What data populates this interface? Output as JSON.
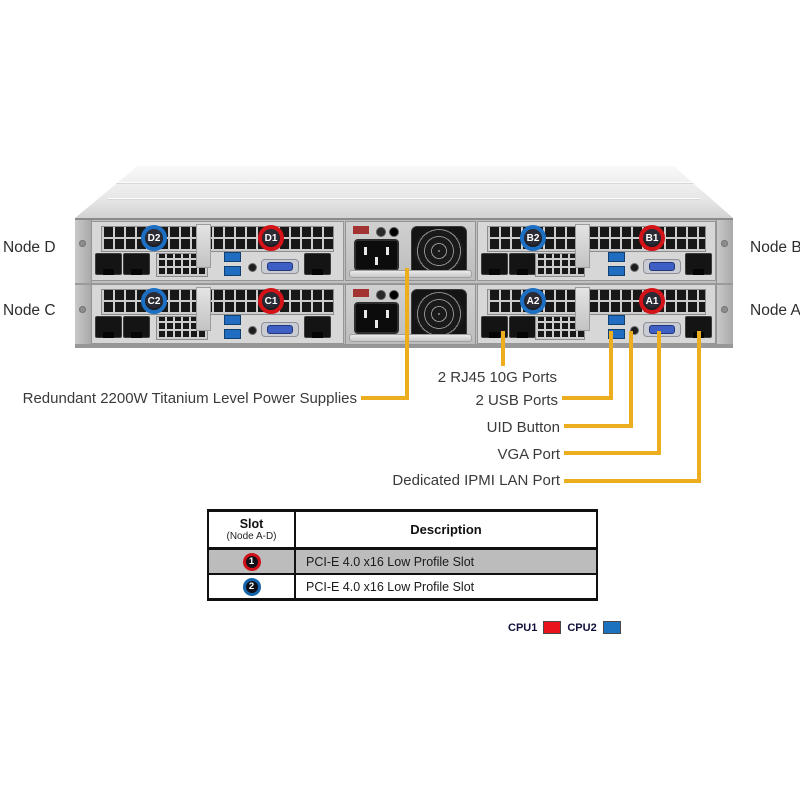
{
  "diagram": {
    "node_labels": [
      {
        "label": "Node D"
      },
      {
        "label": "Node C"
      },
      {
        "label": "Node B"
      },
      {
        "label": "Node A"
      }
    ],
    "badges": [
      {
        "id": "D2",
        "color": "blue"
      },
      {
        "id": "D1",
        "color": "red"
      },
      {
        "id": "B2",
        "color": "blue"
      },
      {
        "id": "B1",
        "color": "red"
      },
      {
        "id": "C2",
        "color": "blue"
      },
      {
        "id": "C1",
        "color": "red"
      },
      {
        "id": "A2",
        "color": "blue"
      },
      {
        "id": "A1",
        "color": "red"
      }
    ],
    "callouts": {
      "psu": "Redundant 2200W Titanium Level Power Supplies",
      "rj45": "2 RJ45 10G Ports",
      "usb": "2 USB Ports",
      "uid": "UID Button",
      "vga": "VGA Port",
      "ipmi": "Dedicated IPMI LAN Port"
    },
    "colors": {
      "callout_line": "#ECAE1E",
      "badge_red": "#D31318",
      "badge_blue": "#1C6FC2"
    }
  },
  "table": {
    "header": {
      "slot": "Slot",
      "slot_sub": "(Node A-D)",
      "description": "Description"
    },
    "rows": [
      {
        "slot": "1",
        "color": "red",
        "description": "PCI-E 4.0 x16 Low Profile Slot"
      },
      {
        "slot": "2",
        "color": "blue",
        "description": "PCI-E 4.0 x16 Low Profile Slot"
      }
    ]
  },
  "legend": {
    "cpu1_label": "CPU1",
    "cpu2_label": "CPU2",
    "cpu1_color": "#E8131B",
    "cpu2_color": "#1B72BE"
  }
}
